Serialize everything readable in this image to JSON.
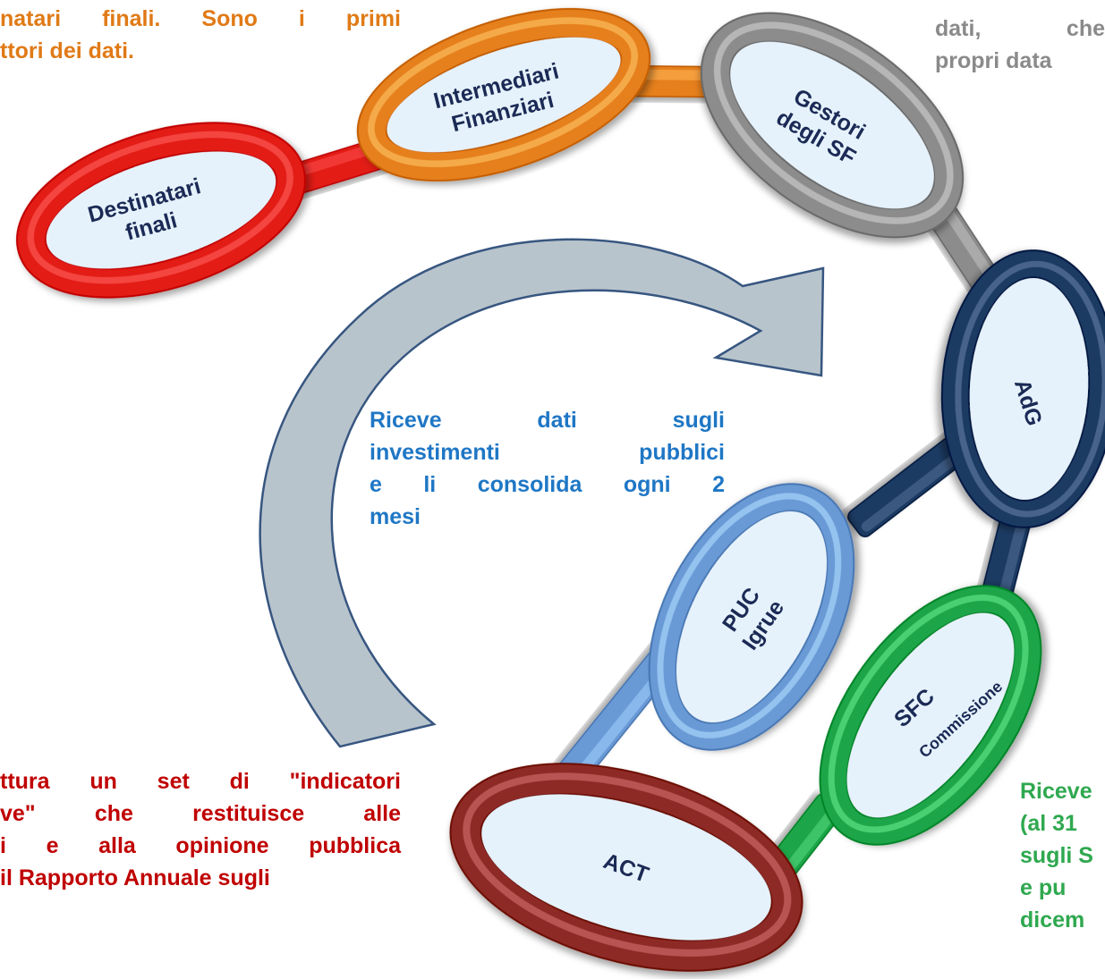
{
  "links": {
    "destinatari": [
      "Destinatari",
      "finali"
    ],
    "intermediari": [
      "Intermediari",
      "Finanziari"
    ],
    "gestori": [
      "Gestori",
      "degli SF"
    ],
    "adg": [
      "AdG"
    ],
    "puc": [
      "PUC",
      "Igrue"
    ],
    "sfc": [
      "SFC",
      "Commissione"
    ],
    "act": [
      "ACT"
    ]
  },
  "texts": {
    "top_left": [
      "natari finali. Sono i primi",
      "ttori dei dati."
    ],
    "top_right": [
      "dati, che",
      "propri data"
    ],
    "center": [
      "Riceve dati sugli",
      "investimenti pubblici",
      "e li consolida ogni 2",
      "mesi"
    ],
    "bottom_left": [
      "ttura un set di \"indicatori",
      "ve\" che restituisce alle",
      "i e alla opinione pubblica",
      "il Rapporto Annuale sugli"
    ],
    "bottom_right": [
      "Riceve",
      "(al 31",
      "sugli S",
      "e pu",
      "dicem"
    ]
  },
  "colors": {
    "red": "#e31b17",
    "orange": "#e6801e",
    "gray": "#8c8c8c",
    "navy": "#1d3a63",
    "lightblue": "#6a9ad6",
    "green": "#1fa64a",
    "darkred": "#8e2c28",
    "label_fill": "#e6f2fb",
    "text_orange": "#e07a16",
    "text_gray": "#8a8a8a",
    "text_blue": "#1f77c5",
    "text_red": "#c00000",
    "text_green": "#2fa84f",
    "arrow_fill": "#b5c1ca",
    "arrow_stroke": "#2d4d7a"
  }
}
